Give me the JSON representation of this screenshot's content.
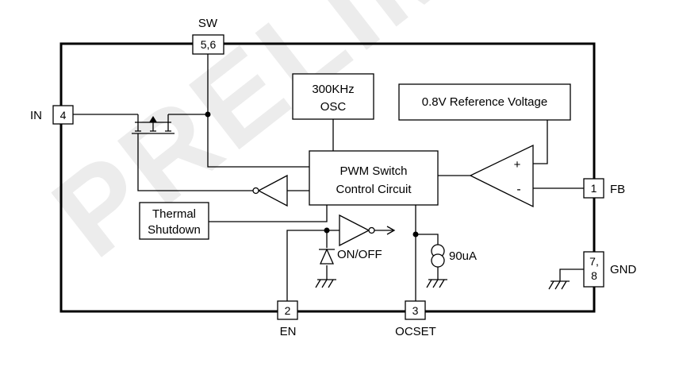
{
  "watermark": "PRELIMINARY",
  "pins": {
    "sw": {
      "name": "SW",
      "number": "5,6"
    },
    "in": {
      "name": "IN",
      "number": "4"
    },
    "fb": {
      "name": "FB",
      "number": "1"
    },
    "gnd": {
      "name": "GND",
      "number_line1": "7,",
      "number_line2": "8"
    },
    "en": {
      "name": "EN",
      "number": "2"
    },
    "ocset": {
      "name": "OCSET",
      "number": "3"
    }
  },
  "blocks": {
    "osc": {
      "line1": "300KHz",
      "line2": "OSC"
    },
    "vref": {
      "label": "0.8V Reference Voltage"
    },
    "pwm": {
      "line1": "PWM Switch",
      "line2": "Control Circuit"
    },
    "thermal": {
      "line1": "Thermal",
      "line2": "Shutdown"
    }
  },
  "comparator": {
    "plus": "+",
    "minus": "-"
  },
  "current_source": {
    "label": "90uA"
  },
  "en_label": "ON/OFF"
}
